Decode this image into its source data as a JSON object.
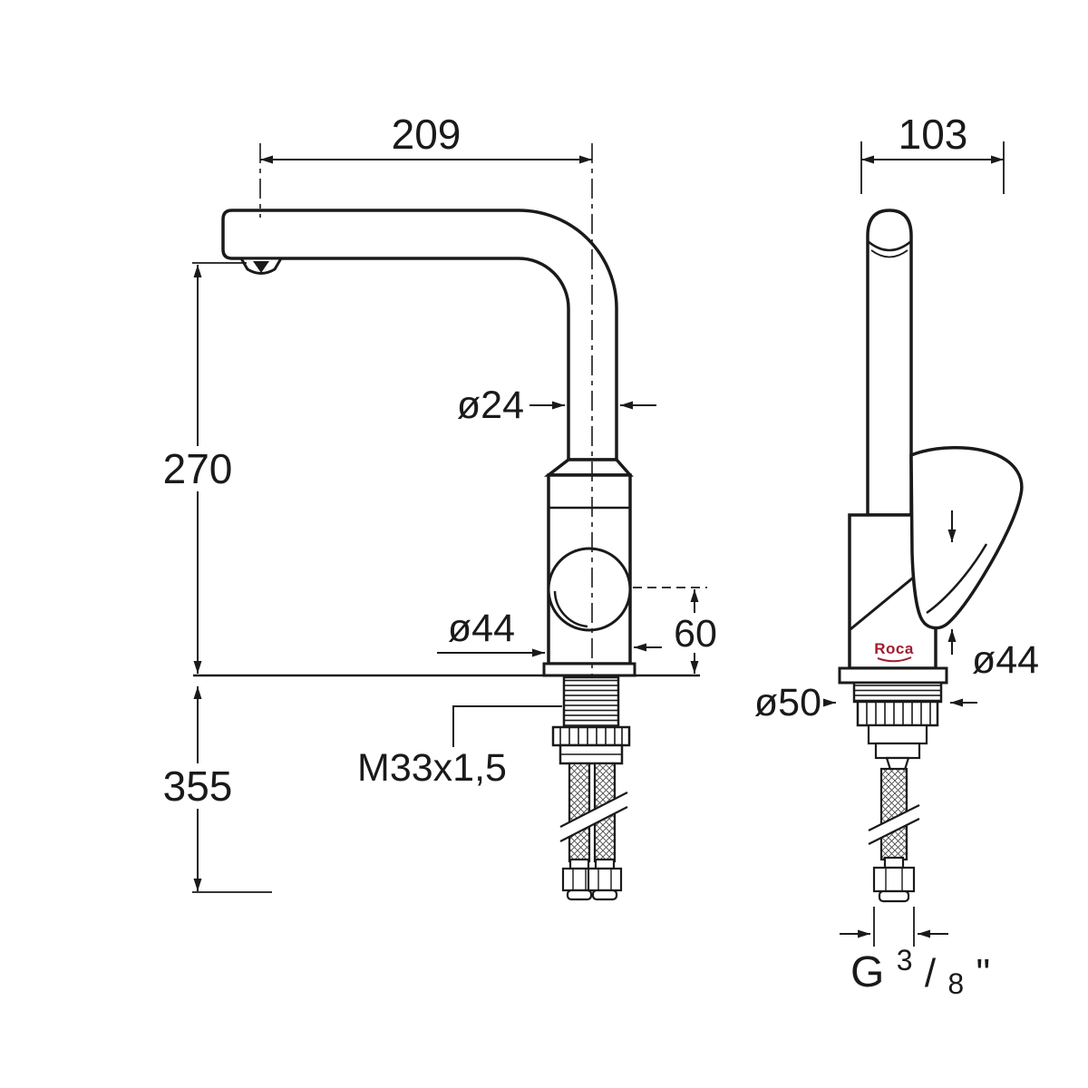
{
  "brand": {
    "name": "Roca",
    "logo_color": "#A21C30"
  },
  "line_color": "#1A1A1A",
  "side_view": {
    "spout_reach": "209",
    "spout_tube_diameter": "ø24",
    "height_above_deck": "270",
    "body_diameter": "ø44",
    "cartridge_axis_height": "60",
    "under_deck_length": "355",
    "shank_thread": "M33x1,5"
  },
  "front_view": {
    "overall_depth": "103",
    "handle_diameter": "ø44",
    "base_diameter": "ø50",
    "supply_connection": {
      "prefix": "G",
      "numerator": "3",
      "slash": "/",
      "denominator": "8",
      "inch_mark": "\""
    }
  }
}
